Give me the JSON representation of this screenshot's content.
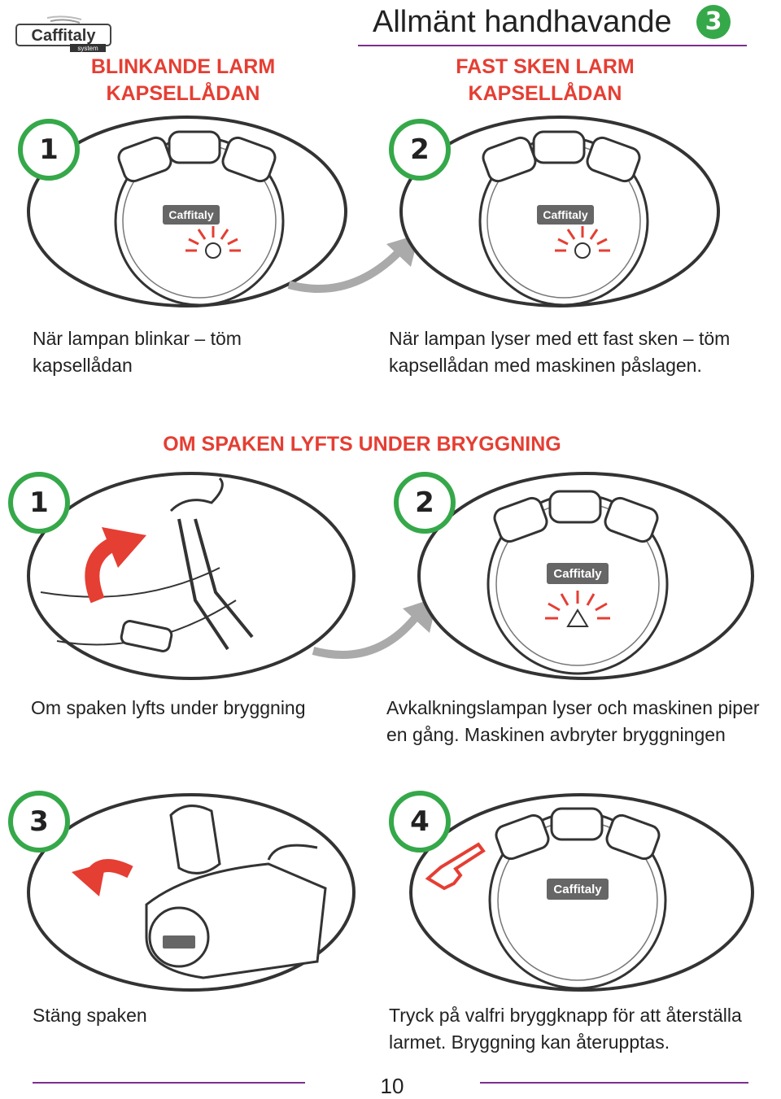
{
  "header": {
    "brand": "Caffitaly",
    "brand_sub": "system",
    "title": "Allmänt handhavande",
    "section_number": "3"
  },
  "section1": {
    "left_heading_line1": "BLINKANDE LARM",
    "left_heading_line2": "KAPSELLÅDAN",
    "right_heading_line1": "FAST SKEN LARM",
    "right_heading_line2": "KAPSELLÅDAN",
    "step1_number": "1",
    "step2_number": "2",
    "caption_left_line1": "När lampan blinkar – töm",
    "caption_left_line2": "kapsellådan",
    "caption_right_line1": "När lampan lyser med ett fast sken – töm",
    "caption_right_line2": "kapsellådan med maskinen påslagen."
  },
  "section2": {
    "heading": "OM SPAKEN LYFTS UNDER BRYGGNING",
    "step1_number": "1",
    "step2_number": "2",
    "caption_left": "Om spaken lyfts under bryggning",
    "caption_right_line1": "Avkalkningslampan lyser och maskinen piper",
    "caption_right_line2": "en gång. Maskinen avbryter bryggningen"
  },
  "section3": {
    "step3_number": "3",
    "step4_number": "4",
    "caption_left": "Stäng spaken",
    "caption_right_line1": "Tryck på valfri bryggknapp för att återställa",
    "caption_right_line2": "larmet. Bryggning kan återupptas."
  },
  "footer": {
    "page_number": "10"
  },
  "colors": {
    "accent_red": "#e53e33",
    "step_green": "#35a849",
    "rule_purple": "#7b2f8e"
  },
  "icons": [
    "caffitaly-logo",
    "cup-small-icon",
    "cup-medium-icon",
    "cup-large-icon",
    "warning-alarm-icon",
    "curved-arrow-icon",
    "lever-up-arrow-icon",
    "lever-down-arrow-icon",
    "pointing-hand-icon"
  ]
}
